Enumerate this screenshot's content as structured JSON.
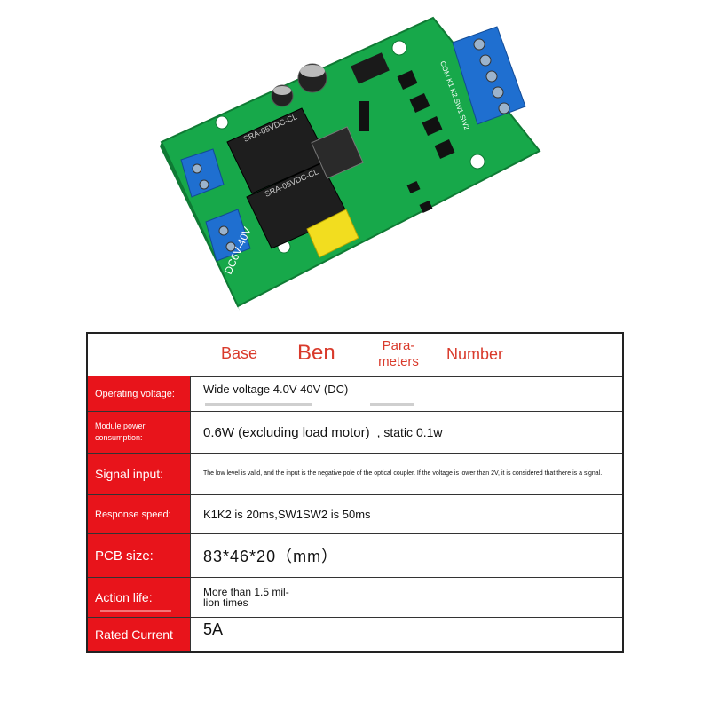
{
  "header": {
    "col1": "Base",
    "col2": "Ben",
    "col3_line1": "Para-",
    "col3_line2": "meters",
    "col4": "Number"
  },
  "rows": [
    {
      "label": "Operating voltage:",
      "value": "Wide voltage 4.0V-40V (DC)"
    },
    {
      "label": "Module power consumption:",
      "value": "0.6W (excluding load motor)",
      "value_extra": ", static 0.1w"
    },
    {
      "label": "Signal input:",
      "value": "The low level is valid, and the input is the negative pole of the optical coupler. If the voltage is lower than 2V, it is considered that there is a signal."
    },
    {
      "label": "Response speed:",
      "value": "K1K2 is 20ms,SW1SW2 is 50ms"
    },
    {
      "label": "PCB size:",
      "value": "83*46*20（mm）"
    },
    {
      "label": "Action life:",
      "value_line1": "More than 1.5 mil-",
      "value_line2": "lion times"
    },
    {
      "label": "Rated Current",
      "value": "5A"
    }
  ],
  "board": {
    "relay1": "SRA-05VDC-CL",
    "relay2": "SRA-05VDC-CL",
    "voltage_mark": "DC6V-40V",
    "connector_mark": "COM K1 K2 SW1 SW2"
  },
  "colors": {
    "label_bg": "#e8141b",
    "header_text": "#d93a2b",
    "pcb": "#17a84a",
    "terminal": "#1f6fd0"
  }
}
